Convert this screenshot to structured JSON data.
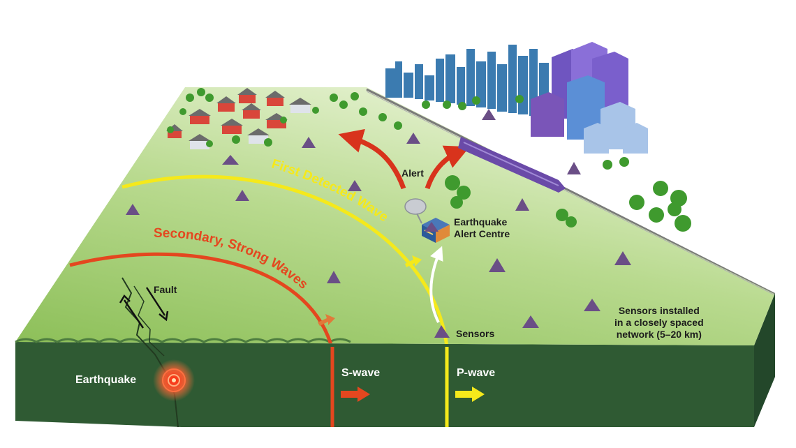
{
  "labels": {
    "alert": "Alert",
    "first_detected_wave": "First Detected Wave",
    "secondary_waves": "Secondary, Strong Waves",
    "fault": "Fault",
    "alert_centre_line1": "Earthquake",
    "alert_centre_line2": "Alert Centre",
    "sensors": "Sensors",
    "sensor_network_line1": "Sensors installed",
    "sensor_network_line2": "in a closely spaced",
    "sensor_network_line3": "network (5–20 km)",
    "earthquake": "Earthquake",
    "s_wave": "S-wave",
    "p_wave": "P-wave"
  },
  "colors": {
    "ground_top": "#9cc96a",
    "ground_light": "#dcecc0",
    "ground_side": "#2f5a33",
    "p_wave": "#f5e91b",
    "s_wave": "#e4471f",
    "alert_arrow": "#d8331c",
    "sensor": "#6a4e86",
    "city": "#3b7bb0",
    "towers": "#7b5ec8",
    "train": "#6a4aa8"
  }
}
